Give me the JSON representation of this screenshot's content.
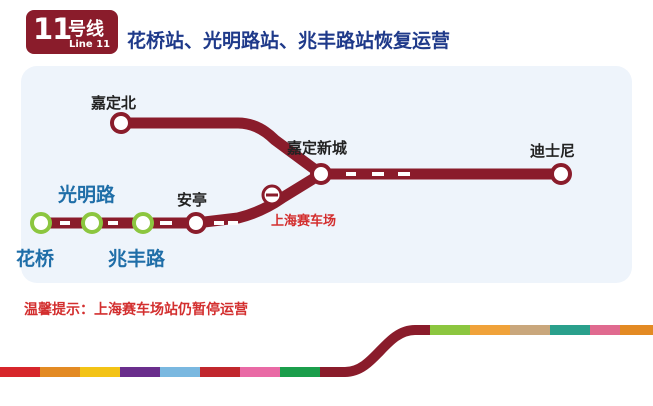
{
  "badge": {
    "number": "11",
    "suffix": "号线",
    "english": "Line 11"
  },
  "headline": "花桥站、光明路站、兆丰路站恢复运营",
  "stations": {
    "jiading_north": "嘉定北",
    "jiading_new_town": "嘉定新城",
    "disney": "迪士尼",
    "anting": "安亭",
    "shanghai_circuit": "上海赛车场",
    "guangming_road": "光明路",
    "huaqiao": "花桥",
    "zhaofeng_road": "兆丰路"
  },
  "notice": "温馨提示：上海赛车场站仍暂停运营",
  "colors": {
    "line": "#8a1c2b",
    "title": "#1f3a8a",
    "restored_station": "#8cc63f",
    "alert": "#d32f2f",
    "panel": "#eef4fb"
  },
  "icons": {
    "suspended_marker": "suspended-station-icon"
  }
}
